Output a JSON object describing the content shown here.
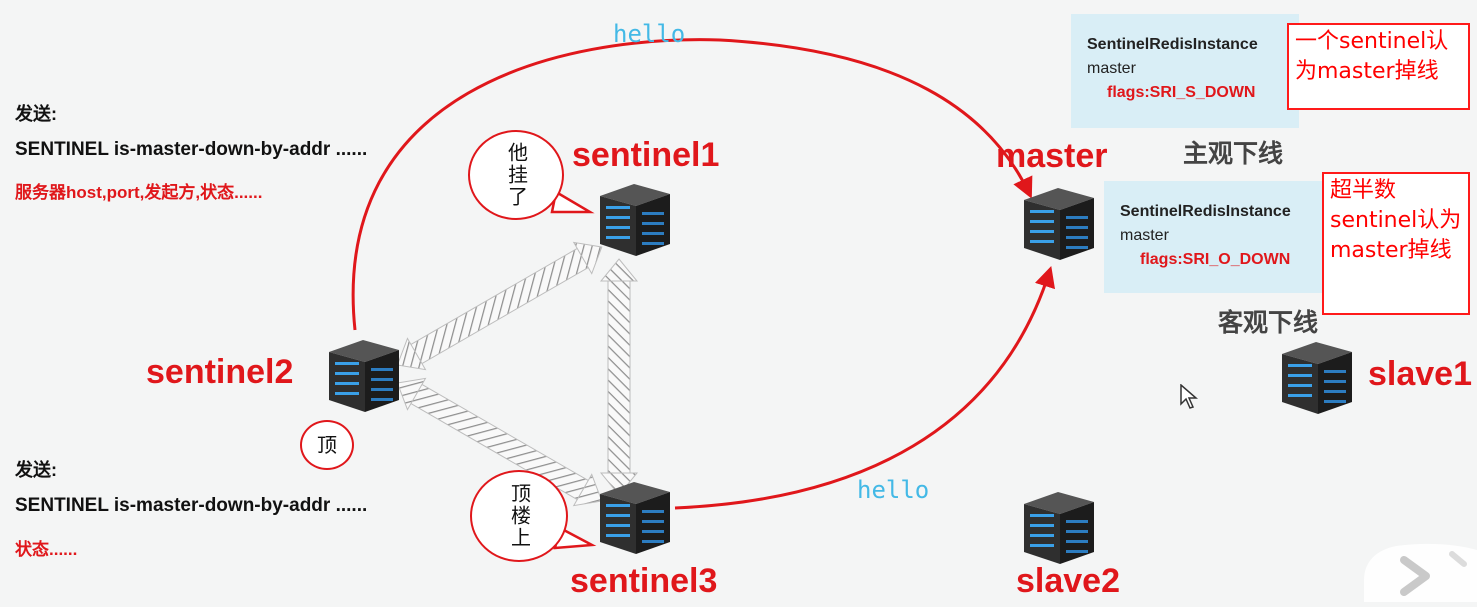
{
  "left_panel": {
    "top": {
      "title": "发送:",
      "command": "SENTINEL is-master-down-by-addr ......",
      "detail": "服务器host,port,发起方,状态......"
    },
    "bottom": {
      "title": "发送:",
      "command": "SENTINEL is-master-down-by-addr ......",
      "detail": "状态......"
    }
  },
  "nodes": {
    "sentinel1": "sentinel1",
    "sentinel2": "sentinel2",
    "sentinel3": "sentinel3",
    "master": "master",
    "slave1": "slave1",
    "slave2": "slave2"
  },
  "messages": {
    "hello_top": "hello",
    "hello_bottom": "hello"
  },
  "bubbles": {
    "sentinel1": "他挂了",
    "sentinel2": "顶",
    "sentinel3": "顶楼上"
  },
  "info_boxes": [
    {
      "class_name": "SentinelRedisInstance",
      "role": "master",
      "flags": "flags:SRI_S_DOWN",
      "caption": "主观下线"
    },
    {
      "class_name": "SentinelRedisInstance",
      "role": "master",
      "flags": "flags:SRI_O_DOWN",
      "caption": "客观下线"
    }
  ],
  "notes": {
    "subjective": "一个sentinel认为master掉线",
    "objective": "超半数sentinel认为master掉线"
  },
  "colors": {
    "accent": "#e0171b",
    "hello": "#43b9e6",
    "info_bg": "#d9eef6"
  },
  "icons": {
    "server": "server-rack-icon",
    "cursor": "mouse-pointer-icon",
    "player": "play-icon"
  }
}
